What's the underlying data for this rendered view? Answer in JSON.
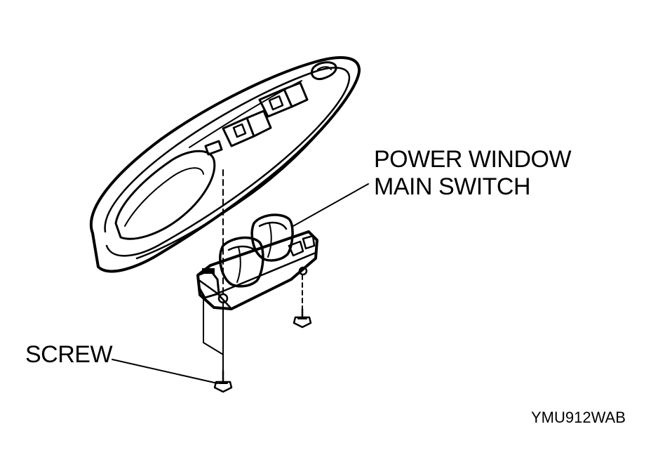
{
  "labels": {
    "callout_line1": "POWER WINDOW",
    "callout_line2": "MAIN SWITCH",
    "screw": "SCREW",
    "figure_code": "YMU912WAB"
  },
  "colors": {
    "ink": "#000000",
    "background": "#ffffff"
  }
}
